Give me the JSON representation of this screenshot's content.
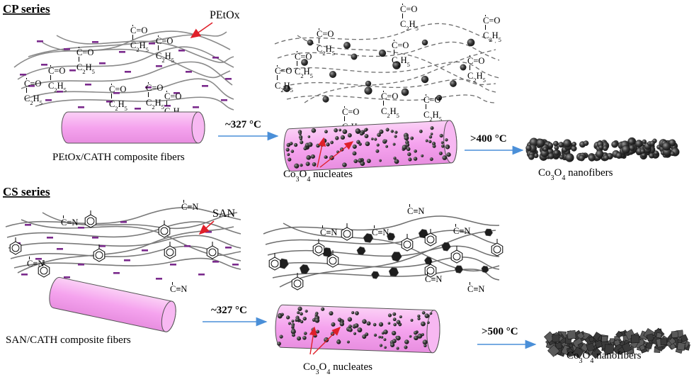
{
  "cp": {
    "title": "CP series",
    "polymer": "PEtOx",
    "fiber_label": "PEtOx/CATH composite fibers",
    "temp1": "~327 °C",
    "nucleates_label": "Co3O4 nucleates",
    "temp2": ">400 °C",
    "product_label": "Co3O4 nanofibers"
  },
  "cs": {
    "title": "CS series",
    "polymer": "SAN",
    "fiber_label": "SAN/CATH composite fibers",
    "temp1": "~327 °C",
    "nucleates_label": "Co3O4 nucleates",
    "temp2": ">500 °C",
    "product_label": "Co3O4 nanofibers"
  },
  "chem": {
    "carbonyl": "C=O",
    "ethyl_c": "C",
    "ethyl_h": "H",
    "ethyl_2": "2",
    "ethyl_5": "5",
    "nitrile": "C≡N"
  },
  "colors": {
    "fiber_pink": "#f7a8f0",
    "charge_purple": "#7a2a8c",
    "arrow_blue": "#4a8fd8",
    "pointer_red": "#e0202a",
    "chain_gray": "#7a7a7a",
    "particle_dark": "#2a2a2a"
  }
}
